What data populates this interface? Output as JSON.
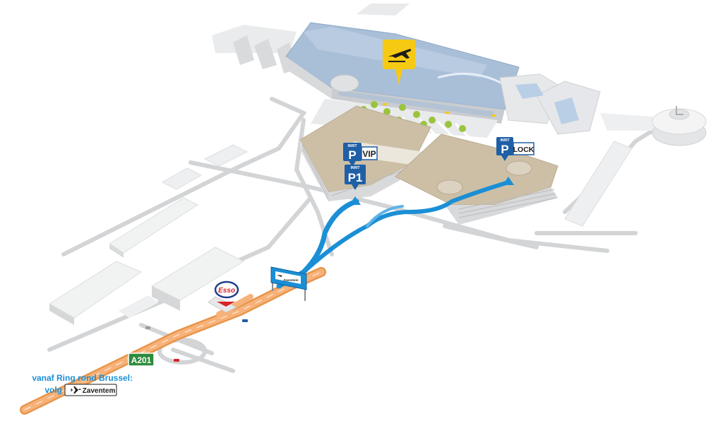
{
  "colors": {
    "route": "#1a8fd6",
    "highway": "#f5a55a",
    "terminal_roof": "#9fb8d4",
    "parking_roof": "#cdbfa6",
    "parking_sign": "#1f5fa6",
    "departure_badge": "#f6c913",
    "esso_red": "#d8232a",
    "a201_green": "#2e8b3d",
    "road_grey": "#cfd1d3",
    "building_grey": "#e6e7e8"
  },
  "icons": {
    "departure": "airplane-takeoff-icon",
    "highway_sign_plane": "airplane-icon",
    "zaventem_plane": "airplane-icon"
  },
  "parking": {
    "vip": {
      "entry_label": "INRIT",
      "letter": "P",
      "name": "VIP"
    },
    "p1": {
      "entry_label": "INRIT",
      "letter": "P1"
    },
    "lock": {
      "entry_label": "INRIT",
      "letter": "P",
      "name": "LOCK"
    }
  },
  "road_sign": {
    "text": "Zaventem"
  },
  "highway": {
    "number": "A201"
  },
  "fuel_station": {
    "brand": "Esso"
  },
  "directions": {
    "line1": "vanaf Ring rond Brussel:",
    "line2_prefix": "volg",
    "sign_text": "Zaventem"
  }
}
